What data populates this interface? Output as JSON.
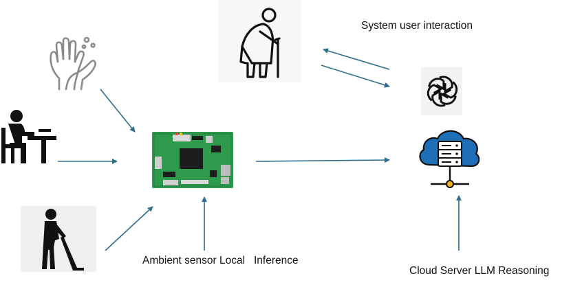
{
  "labels": {
    "interaction": "System user interaction",
    "edge": "Ambient sensor Local   Inference",
    "cloud": "Cloud Server LLM Reasoning"
  },
  "icons": {
    "elderly": "elderly-person-icon",
    "handwash": "handwashing-icon",
    "desk": "person-at-desk-icon",
    "vacuum": "person-vacuuming-icon",
    "board": "embedded-sensor-board-icon",
    "openai": "openai-logo-icon",
    "server": "cloud-server-icon"
  },
  "colors": {
    "arrow": "#2f6d8c",
    "board": "#2e9a4c",
    "server": "#1a1a1a",
    "cloud_fill": "#1e6fb6"
  }
}
